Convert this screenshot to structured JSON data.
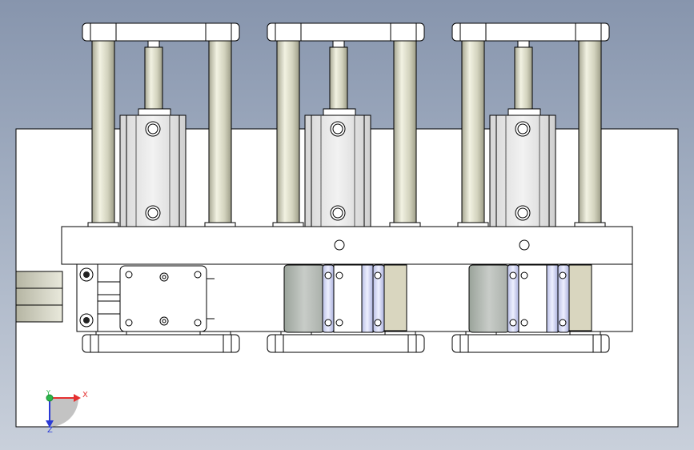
{
  "viewport": {
    "background_top": "#8795ad",
    "background_bottom": "#c9d0db",
    "part_fill": "#ffffff",
    "rod_fill": "#d9d9c5",
    "block_fill": "#e4e4e4",
    "edge_color": "#000000"
  },
  "triad": {
    "x_label": "X",
    "y_label": "Y",
    "z_label": "Z",
    "x_color": "#e53030",
    "y_color": "#2bb84a",
    "z_color": "#2a3ad6"
  },
  "model": {
    "cylinder_units": 3,
    "side_motor_bolts": 2
  }
}
